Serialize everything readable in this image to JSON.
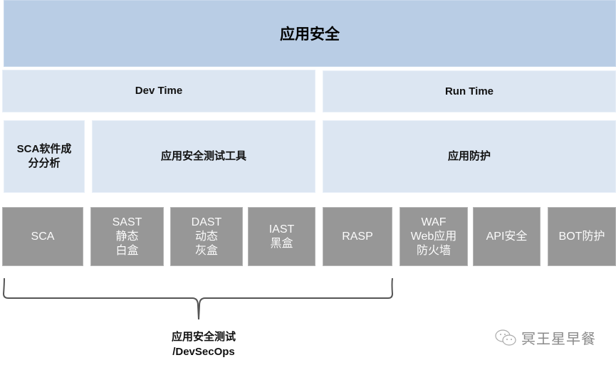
{
  "title": "应用安全",
  "phases": [
    {
      "label": "Dev Time"
    },
    {
      "label": "Run Time"
    }
  ],
  "categories": [
    {
      "label": "SCA软件成\n分分析",
      "line1": "SCA软件成",
      "line2": "分分析"
    },
    {
      "label": "应用安全测试工具"
    },
    {
      "label": "应用防护"
    }
  ],
  "tools": [
    {
      "lines": [
        "SCA"
      ]
    },
    {
      "lines": [
        "SAST",
        "静态",
        "白盒"
      ]
    },
    {
      "lines": [
        "DAST",
        "动态",
        "灰盒"
      ]
    },
    {
      "lines": [
        "IAST",
        "黑盒"
      ]
    },
    {
      "lines": [
        "RASP"
      ]
    },
    {
      "lines": [
        "WAF",
        "Web应用",
        "防火墙"
      ]
    },
    {
      "lines": [
        "API安全"
      ]
    },
    {
      "lines": [
        "BOT防护"
      ]
    }
  ],
  "bracket_label": {
    "line1": "应用安全测试",
    "line2": "/DevSecOps"
  },
  "watermark": {
    "icon": "wechat-icon",
    "text": "冥王星早餐"
  },
  "colors": {
    "title_bg": "#b9cde5",
    "category_bg": "#dce6f2",
    "tool_bg": "#979797",
    "bracket": "#555555"
  }
}
